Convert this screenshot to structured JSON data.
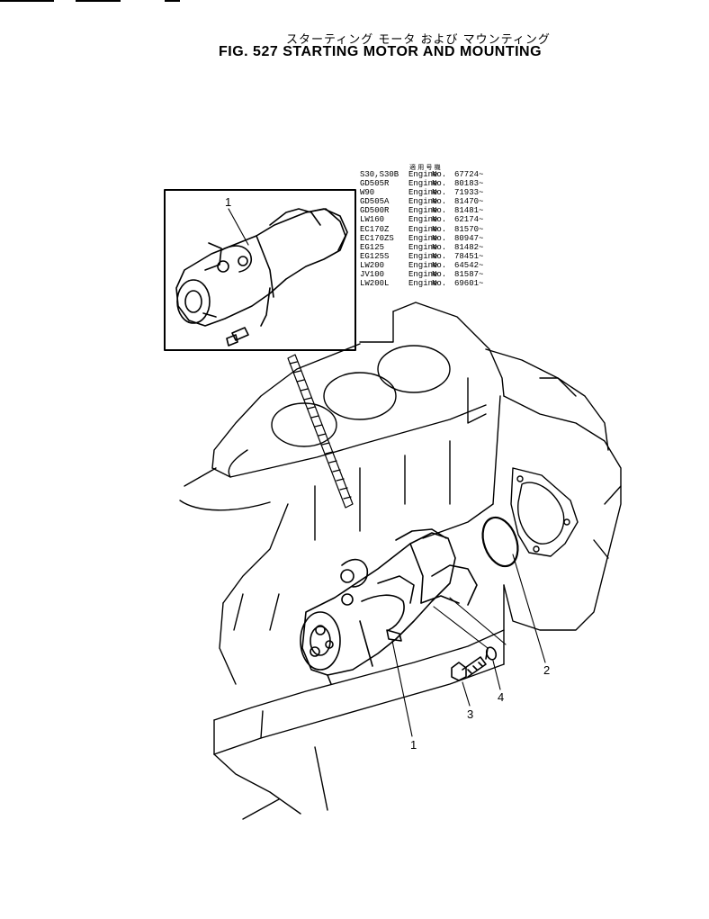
{
  "header": {
    "title_jp": "スターティング モータ および マウンティング",
    "title_en": "FIG. 527  STARTING MOTOR AND MOUNTING"
  },
  "serial_table": {
    "heading": "適 用 号 機",
    "rows": [
      {
        "model": "S30,S30B",
        "engine": "Engine",
        "no": "No.",
        "number": "67724~"
      },
      {
        "model": "GD505R",
        "engine": "Engine",
        "no": "No.",
        "number": "80183~"
      },
      {
        "model": "W90",
        "engine": "Engine",
        "no": "No.",
        "number": "71933~"
      },
      {
        "model": "GD505A",
        "engine": "Engine",
        "no": "No.",
        "number": "81470~"
      },
      {
        "model": "GD500R",
        "engine": "Engine",
        "no": "No.",
        "number": "81481~"
      },
      {
        "model": "LW160",
        "engine": "Engine",
        "no": "No.",
        "number": "62174~"
      },
      {
        "model": "EC170Z",
        "engine": "Engine",
        "no": "No.",
        "number": "81570~"
      },
      {
        "model": "EC170ZS",
        "engine": "Engine",
        "no": "No.",
        "number": "80947~"
      },
      {
        "model": "EG125",
        "engine": "Engine",
        "no": "No.",
        "number": "81482~"
      },
      {
        "model": "EG125S",
        "engine": "Engine",
        "no": "No.",
        "number": "78451~"
      },
      {
        "model": "LW200",
        "engine": "Engine",
        "no": "No.",
        "number": "64542~"
      },
      {
        "model": "JV100",
        "engine": "Engine",
        "no": "No.",
        "number": "81587~"
      },
      {
        "model": "LW200L",
        "engine": "Engine",
        "no": "No.",
        "number": "69601~"
      }
    ]
  },
  "callouts": {
    "inset_motor": "1",
    "o_ring": "2",
    "bolt": "3",
    "washer": "4",
    "main_motor": "1"
  }
}
